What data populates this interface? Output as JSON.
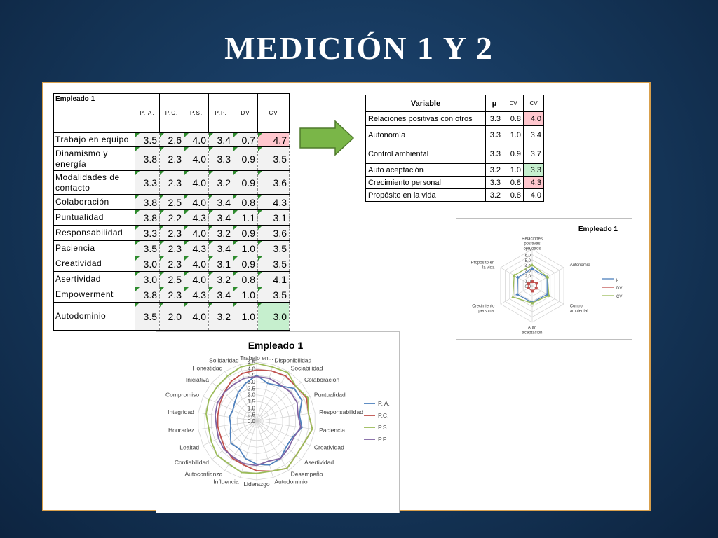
{
  "slide": {
    "title": "MEDICIÓN 1 Y 2"
  },
  "table1": {
    "employee_label": "Empleado 1",
    "headers": [
      "P. A.",
      "P.C.",
      "P.S.",
      "P.P.",
      "DV",
      "CV"
    ],
    "rows": [
      {
        "label": "Trabajo en equipo",
        "values": [
          "3.5",
          "2.6",
          "4.0",
          "3.4",
          "0.7",
          "4.7"
        ],
        "cv_color": "red"
      },
      {
        "label": "Dinamismo y energía",
        "values": [
          "3.8",
          "2.3",
          "4.0",
          "3.3",
          "0.9",
          "3.5"
        ],
        "cv_color": ""
      },
      {
        "label": "Modalidades de contacto",
        "values": [
          "3.3",
          "2.3",
          "4.0",
          "3.2",
          "0.9",
          "3.6"
        ],
        "cv_color": ""
      },
      {
        "label": "Colaboración",
        "values": [
          "3.8",
          "2.5",
          "4.0",
          "3.4",
          "0.8",
          "4.3"
        ],
        "cv_color": ""
      },
      {
        "label": "Puntualidad",
        "values": [
          "3.8",
          "2.2",
          "4.3",
          "3.4",
          "1.1",
          "3.1"
        ],
        "cv_color": ""
      },
      {
        "label": "Responsabilidad",
        "values": [
          "3.3",
          "2.3",
          "4.0",
          "3.2",
          "0.9",
          "3.6"
        ],
        "cv_color": ""
      },
      {
        "label": "Paciencia",
        "values": [
          "3.5",
          "2.3",
          "4.3",
          "3.4",
          "1.0",
          "3.5"
        ],
        "cv_color": ""
      },
      {
        "label": "Creatividad",
        "values": [
          "3.0",
          "2.3",
          "4.0",
          "3.1",
          "0.9",
          "3.5"
        ],
        "cv_color": ""
      },
      {
        "label": "Asertividad",
        "values": [
          "3.0",
          "2.5",
          "4.0",
          "3.2",
          "0.8",
          "4.1"
        ],
        "cv_color": ""
      },
      {
        "label": "Empowerment",
        "values": [
          "3.8",
          "2.3",
          "4.3",
          "3.4",
          "1.0",
          "3.5"
        ],
        "cv_color": ""
      },
      {
        "label": "Autodominio",
        "values": [
          "3.5",
          "2.0",
          "4.0",
          "3.2",
          "1.0",
          "3.0"
        ],
        "cv_color": "green"
      }
    ]
  },
  "table2": {
    "headers": [
      "Variable",
      "μ",
      "DV",
      "CV"
    ],
    "rows": [
      {
        "label": "Relaciones positivas con otros",
        "values": [
          "3.3",
          "0.8",
          "4.0"
        ],
        "cv_color": "red"
      },
      {
        "label": "Autonomía",
        "values": [
          "3.3",
          "1.0",
          "3.4"
        ],
        "cv_color": ""
      },
      {
        "label": "Control ambiental",
        "values": [
          "3.3",
          "0.9",
          "3.7"
        ],
        "cv_color": ""
      },
      {
        "label": "Auto aceptación",
        "values": [
          "3.2",
          "1.0",
          "3.3"
        ],
        "cv_color": "green"
      },
      {
        "label": "Crecimiento personal",
        "values": [
          "3.3",
          "0.8",
          "4.3"
        ],
        "cv_color": "red"
      },
      {
        "label": "Propósito en la vida",
        "values": [
          "3.2",
          "0.8",
          "4.0"
        ],
        "cv_color": ""
      }
    ]
  },
  "colors": {
    "arrow": "#7ab648",
    "red_cell": "#ffc7ce",
    "green_cell": "#c6efce"
  },
  "chart_data": [
    {
      "type": "radar",
      "title": "Empleado 1",
      "axes": [
        "Relaciones positivas con otros",
        "Autonomía",
        "Control ambiental",
        "Auto aceptación",
        "Crecimiento personal",
        "Propósito en la vida"
      ],
      "ticks": [
        "0.0",
        "1.0",
        "2.0",
        "3.0",
        "4.0",
        "5.0",
        "6.0",
        "7.0"
      ],
      "rmax": 7,
      "legend_position": "right",
      "series": [
        {
          "name": "μ",
          "color": "#4f81bd",
          "values": [
            3.3,
            3.3,
            3.3,
            3.2,
            3.3,
            3.2
          ]
        },
        {
          "name": "DV",
          "color": "#c0504d",
          "values": [
            0.8,
            1.0,
            0.9,
            1.0,
            0.8,
            0.8
          ]
        },
        {
          "name": "CV",
          "color": "#9bbb59",
          "values": [
            4.0,
            3.4,
            3.7,
            3.3,
            4.3,
            4.0
          ]
        }
      ]
    },
    {
      "type": "radar",
      "title": "Empleado 1",
      "axes": [
        "Trabajo en...",
        "Disponibilidad",
        "Sociabilidad",
        "Colaboración",
        "Puntualidad",
        "Responsabilidad",
        "Paciencia",
        "Creatividad",
        "Asertividad",
        "Desempeño",
        "Autodominio",
        "Liderazgo",
        "Influencia",
        "Autoconfianza",
        "Confiabilidad",
        "Lealtad",
        "Honradez",
        "Integridad",
        "Compromiso",
        "Iniciativa",
        "Honestidad",
        "Solidaridad"
      ],
      "ticks": [
        "0.0",
        "0.5",
        "1.0",
        "1.5",
        "2.0",
        "2.5",
        "3.0",
        "3.5",
        "4.0",
        "4.5"
      ],
      "rmax": 4.5,
      "legend_position": "right",
      "series": [
        {
          "name": "P. A.",
          "color": "#4f81bd",
          "values": [
            3.5,
            3.0,
            3.2,
            3.8,
            3.8,
            3.3,
            3.5,
            3.0,
            3.0,
            3.4,
            3.5,
            3.3,
            3.0,
            2.5,
            2.6,
            2.2,
            2.0,
            2.1,
            2.0,
            2.2,
            2.6,
            3.0
          ]
        },
        {
          "name": "P.C.",
          "color": "#c0504d",
          "values": [
            3.9,
            4.0,
            4.1,
            4.0,
            4.2,
            4.0,
            4.3,
            4.0,
            4.0,
            4.3,
            4.0,
            3.8,
            3.5,
            3.4,
            3.2,
            3.0,
            3.0,
            3.0,
            3.1,
            3.3,
            3.6,
            3.8
          ]
        },
        {
          "name": "P.S.",
          "color": "#9bbb59",
          "values": [
            4.4,
            4.3,
            4.4,
            4.0,
            4.3,
            4.0,
            4.3,
            4.0,
            4.0,
            4.3,
            4.0,
            4.0,
            4.1,
            3.9,
            4.0,
            3.8,
            3.7,
            3.9,
            4.0,
            4.0,
            4.1,
            4.3
          ]
        },
        {
          "name": "P.P.",
          "color": "#8064a2",
          "values": [
            3.4,
            3.4,
            3.3,
            3.4,
            3.4,
            3.2,
            3.4,
            3.1,
            3.2,
            3.4,
            3.2,
            3.4,
            3.4,
            3.3,
            3.3,
            3.2,
            3.1,
            3.2,
            3.3,
            3.3,
            3.3,
            3.4
          ]
        }
      ]
    }
  ]
}
